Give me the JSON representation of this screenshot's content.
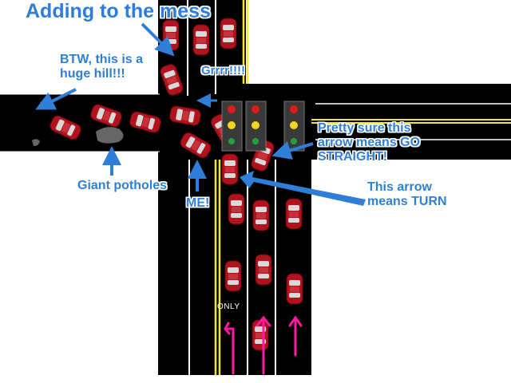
{
  "labels": {
    "title": "Adding to the mess",
    "hill": "BTW, this is a huge hill!!!",
    "grrr": "Grrrr!!!!",
    "straight": "Pretty sure this arrow means GO STRAIGHT!",
    "potholes": "Giant potholes",
    "me": "ME!",
    "turn": "This arrow means TURN"
  },
  "road_marking": {
    "only": "ONLY"
  },
  "colors": {
    "road": "#000000",
    "lane_line": "#ffffff",
    "center_line": "#f3e53c",
    "car": "#b3121d",
    "annotation_arrow": "#2f7fd8",
    "lane_arrow": "#ff1aa0",
    "pothole": "#666666"
  },
  "icons": [
    "car-icon",
    "traffic-light-icon",
    "pothole-icon",
    "lane-arrow-icon"
  ]
}
